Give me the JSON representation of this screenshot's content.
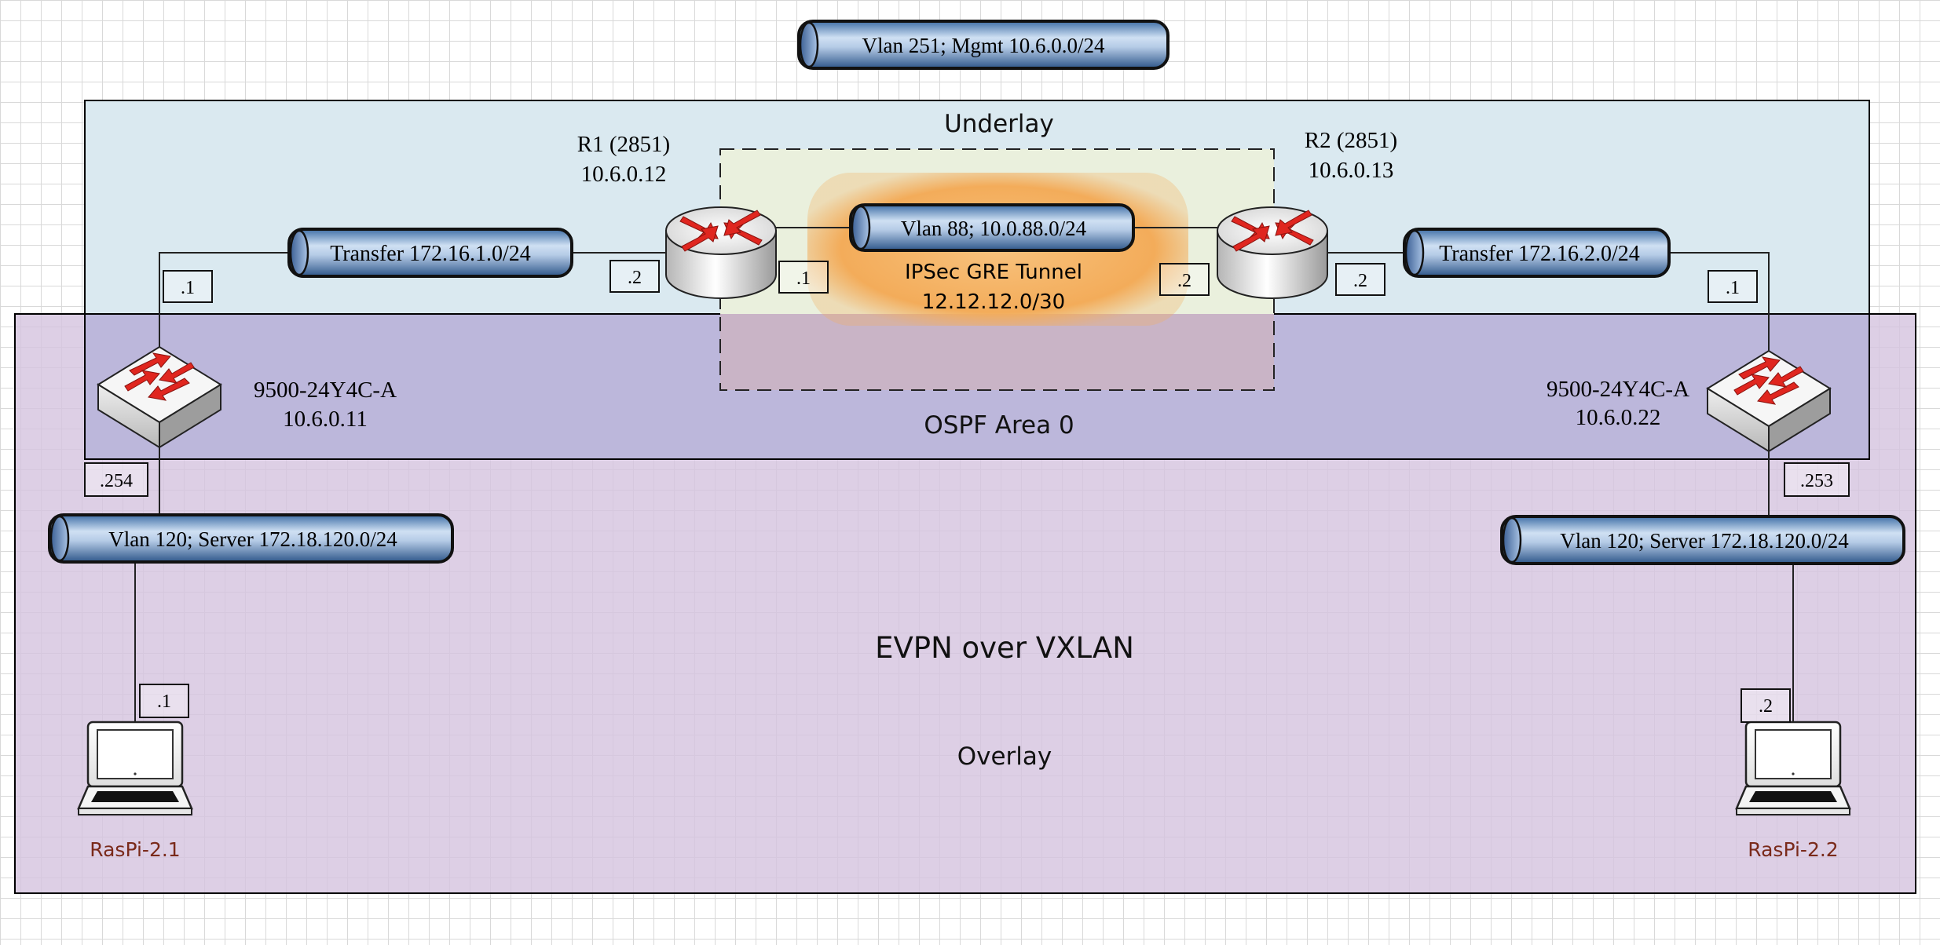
{
  "vlans": {
    "mgmt": "Vlan 251; Mgmt 10.6.0.0/24",
    "transfer_left": "Transfer 172.16.1.0/24",
    "vlan88": "Vlan 88; 10.0.88.0/24",
    "transfer_right": "Transfer 172.16.2.0/24",
    "server_left": "Vlan 120; Server 172.18.120.0/24",
    "server_right": "Vlan 120; Server 172.18.120.0/24"
  },
  "zones": {
    "underlay": "Underlay",
    "ospf": "OSPF Area 0",
    "evpn": "EVPN over VXLAN",
    "overlay": "Overlay"
  },
  "tunnel": {
    "line1": "IPSec GRE Tunnel",
    "line2": "12.12.12.0/30"
  },
  "devices": {
    "r1": {
      "name": "R1 (2851)",
      "ip": "10.6.0.12"
    },
    "r2": {
      "name": "R2 (2851)",
      "ip": "10.6.0.13"
    },
    "sw_left": {
      "name": "9500-24Y4C-A",
      "ip": "10.6.0.11"
    },
    "sw_right": {
      "name": "9500-24Y4C-A",
      "ip": "10.6.0.22"
    },
    "pc_left": {
      "name": "RasPi-2.1"
    },
    "pc_right": {
      "name": "RasPi-2.2"
    }
  },
  "labels": {
    "sw_left_up": ".1",
    "r1_left": ".2",
    "r1_right": ".1",
    "r2_left": ".2",
    "r2_right": ".2",
    "sw_right_up": ".1",
    "sw_left_down": ".254",
    "sw_right_down": ".253",
    "pc_left": ".1",
    "pc_right": ".2"
  },
  "colors": {
    "underlay_fill": "#dae9f0",
    "overlay_fill": "#d6c4df",
    "ospf_fill": "#b9b5d9",
    "tunnel_orange": "#f5b36b",
    "router_arrow": "#e0261f",
    "pc_label": "#7a2a1a"
  }
}
